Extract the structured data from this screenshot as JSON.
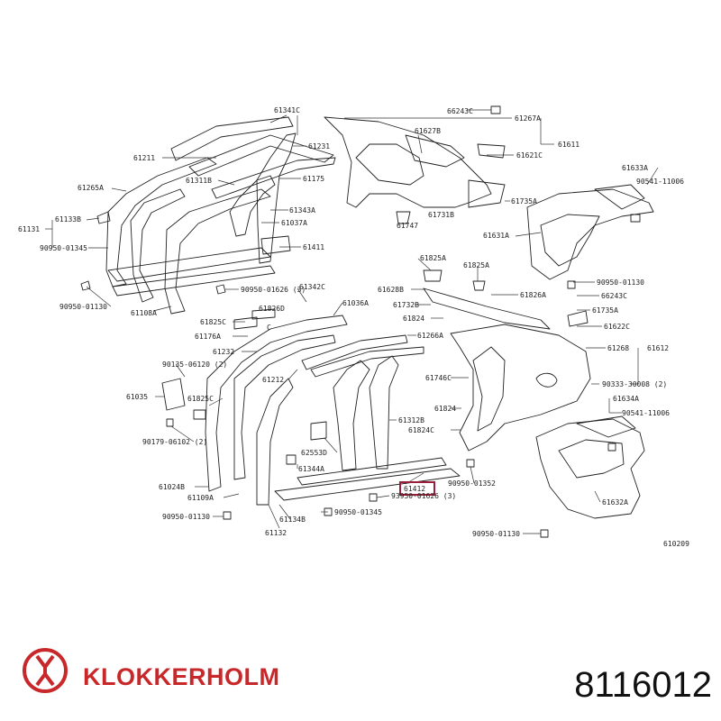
{
  "diagram": {
    "figure_id": "610209",
    "highlighted_part": "61412",
    "labels": [
      "61341C",
      "66243C",
      "61267A",
      "61627B",
      "61211",
      "61231",
      "61611",
      "61621C",
      "61265A",
      "61311B",
      "61175",
      "61633A",
      "90541-11006",
      "61735A",
      "61343A",
      "61131",
      "61133B",
      "61037A",
      "61747",
      "61731B",
      "61631A",
      "90950-01345",
      "61411",
      "61825A",
      "61825A",
      "90950-01130",
      "61108A",
      "90950-01626 (3)",
      "61628B",
      "90950-01130",
      "61826A",
      "66243C",
      "61342C",
      "61036A",
      "61732B",
      "61825C",
      "61826D",
      "61824",
      "61735A",
      "61622C",
      "61176A",
      "C",
      "61232",
      "61266A",
      "61268",
      "61612",
      "90135-06120 (2)",
      "61212",
      "61746C",
      "90333-30008 (2)",
      "61035",
      "61825C",
      "61824",
      "61634A",
      "90541-11006",
      "61312B",
      "90179-06102 (2)",
      "61824C",
      "62553D",
      "61344A",
      "90950-01352",
      "61024B",
      "61109A",
      "61412",
      "93950-01626 (3)",
      "61632A",
      "90950-01130",
      "61134B",
      "90950-01345",
      "61132",
      "90950-01130"
    ]
  },
  "brand": {
    "name": "KLOKKERHOLM",
    "color": "#c8282a",
    "logo_icon": "klokkerholm-logo-icon"
  },
  "part_number": "8116012"
}
